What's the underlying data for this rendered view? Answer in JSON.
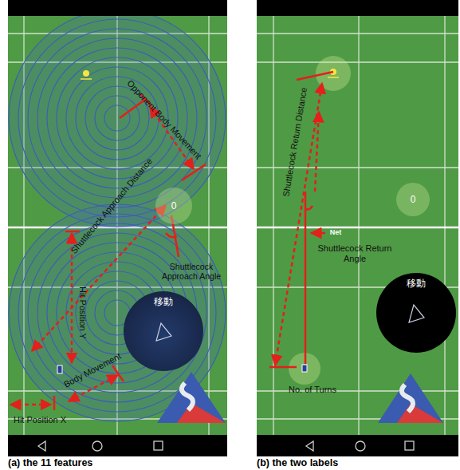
{
  "diagram": {
    "nodes": [
      {
        "text": [
          "0"
        ]
      },
      {
        "text": [
          "移動"
        ]
      },
      {
        "text": [
          "0"
        ]
      },
      {
        "text": [
          "移動"
        ]
      }
    ],
    "labels": [
      "Opponent Body Movement",
      "Shuttlecock Approach Distance",
      "Shuttlecock Approach Angle",
      "Hit Position Y",
      "Body Movement",
      "Hit Position X",
      "(a) the 11 features",
      "Shuttlecock Return Distance",
      "Net",
      "Shuttlecock Return Angle",
      "No. of Turns",
      "(b) the two labels"
    ]
  }
}
